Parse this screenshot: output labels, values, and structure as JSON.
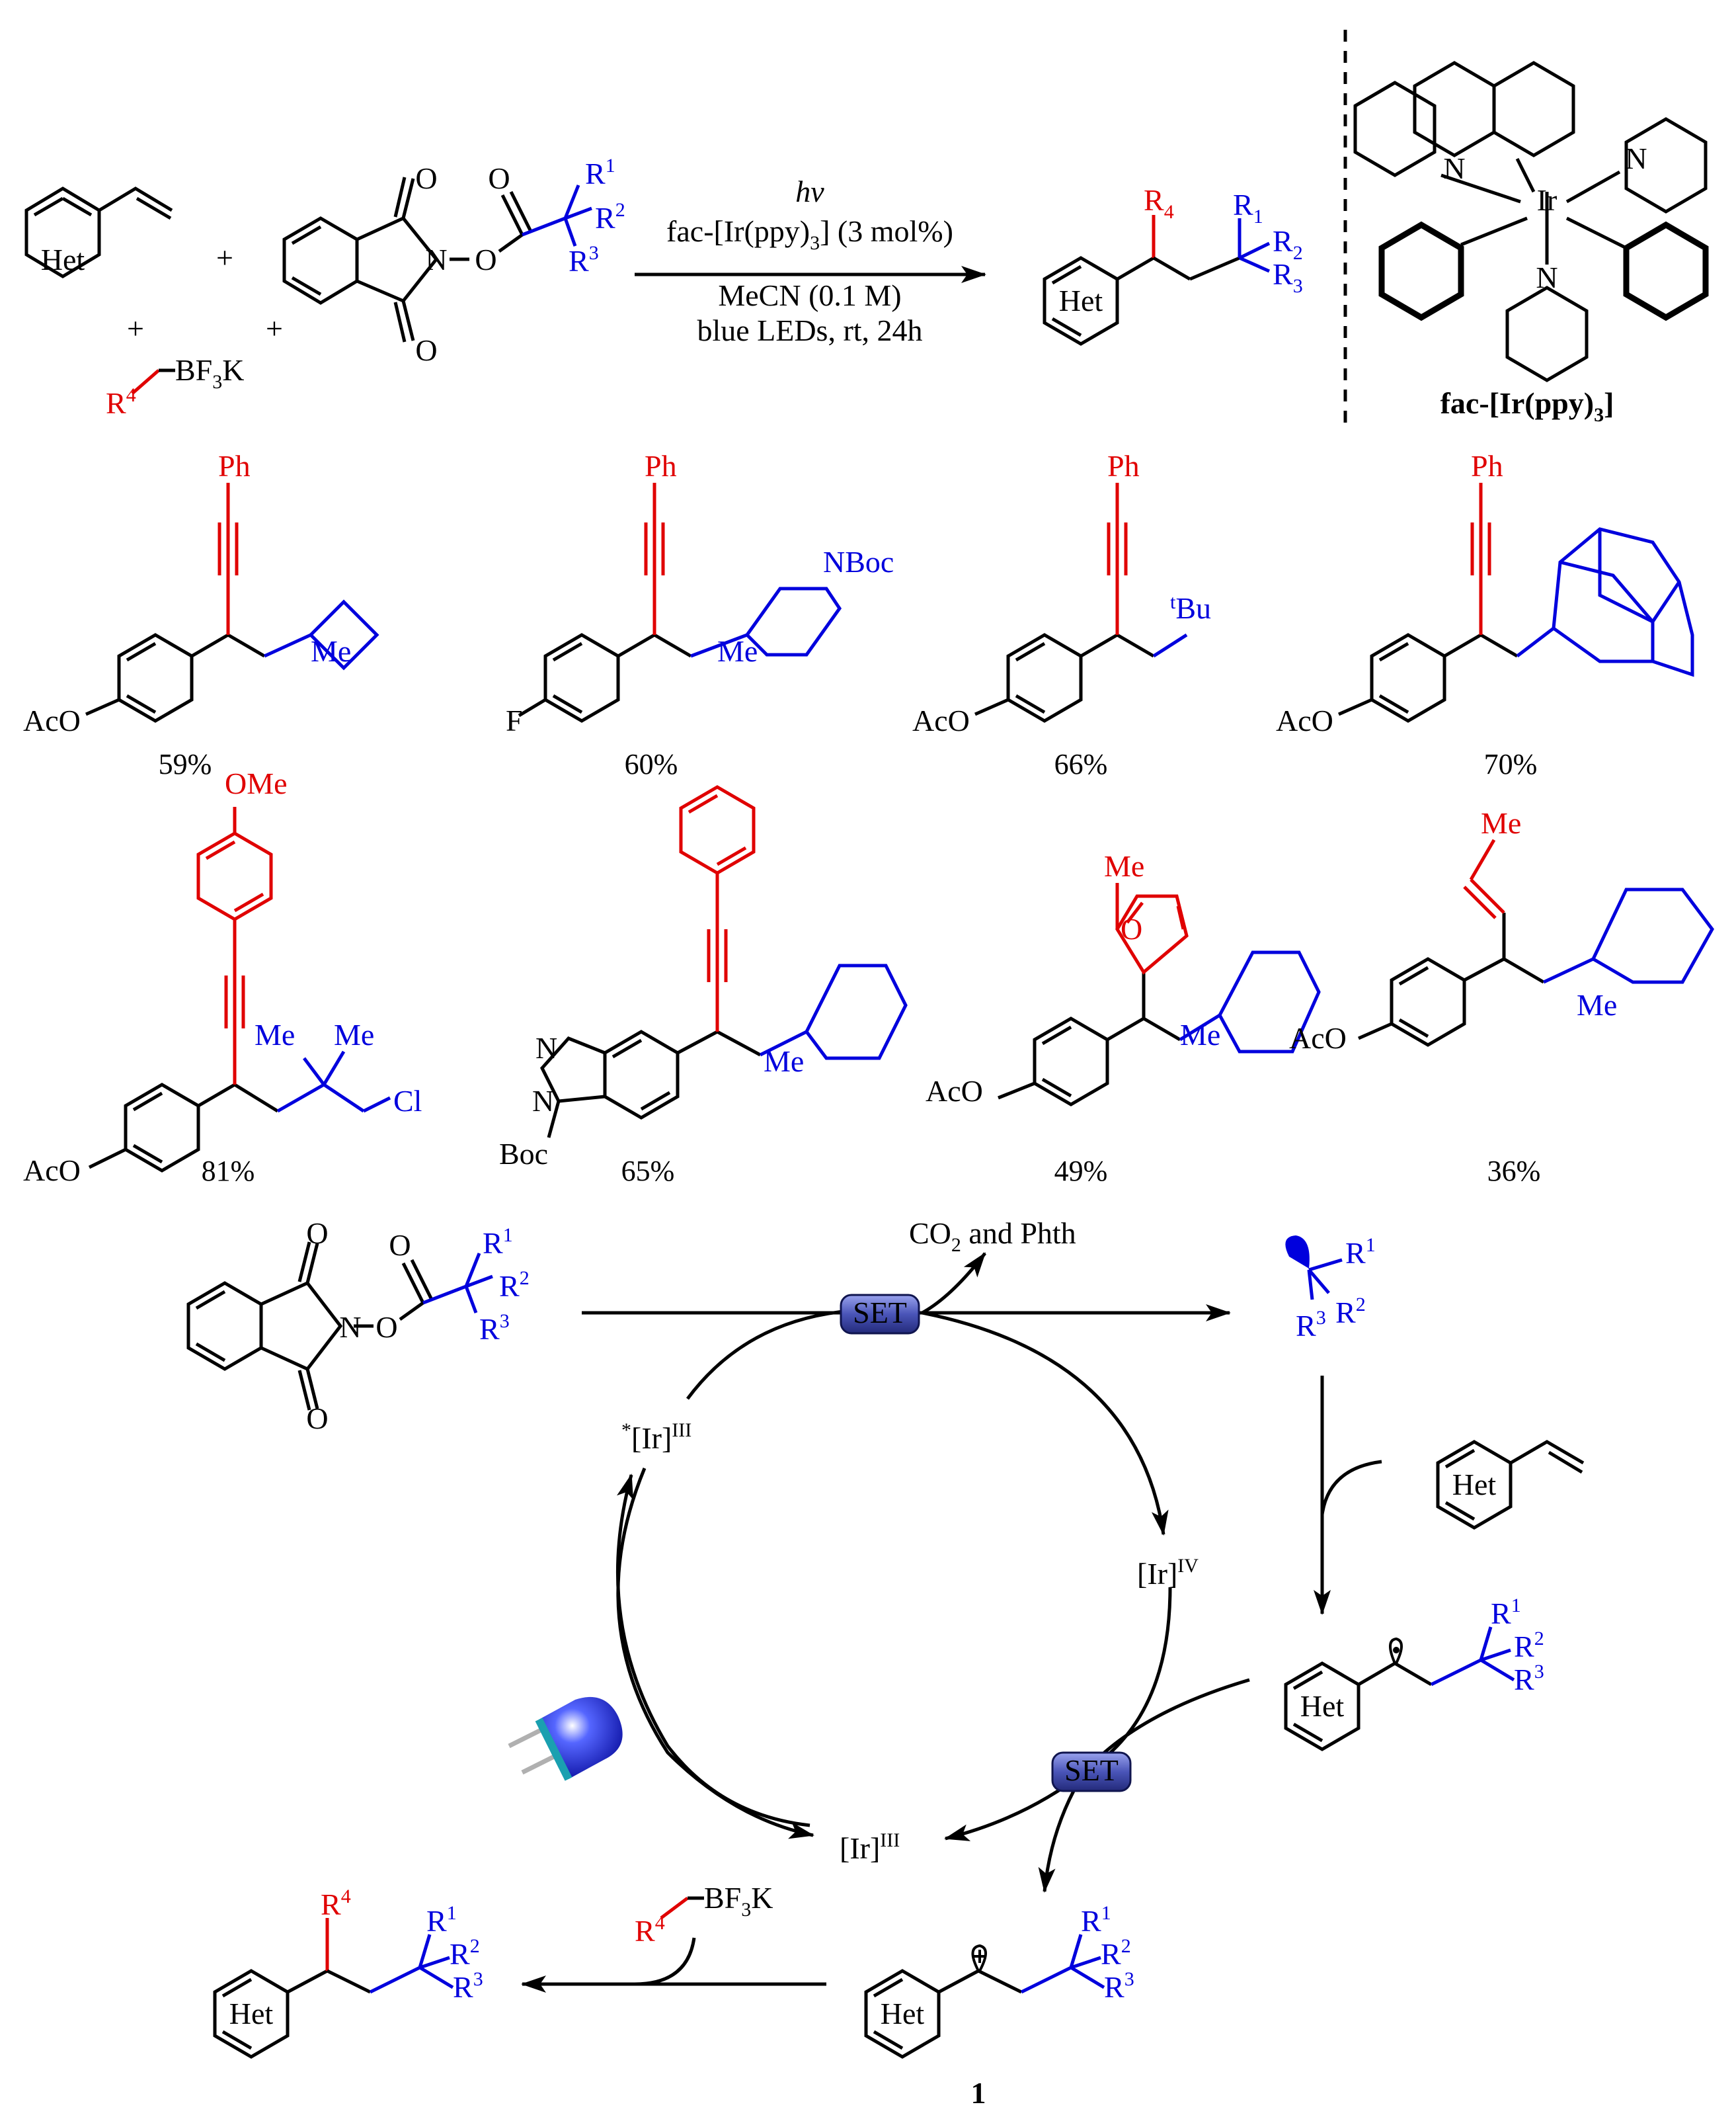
{
  "colors": {
    "black": "#000000",
    "reagent_red": "#e00000",
    "radical_blue": "#0000dd",
    "set_fill": "#4a55b8"
  },
  "reaction": {
    "het": "Het",
    "plus": "+",
    "O": "O",
    "N": "N",
    "R1": "R",
    "R1_sup": "1",
    "R2": "R",
    "R2_sup": "2",
    "R3": "R",
    "R3_sup": "3",
    "R4": "R",
    "R4_sup": "4",
    "bf3k_pre": "BF",
    "bf3k_sub": "3",
    "bf3k_post": "K",
    "cond_1": "hv",
    "cond_2_pre": "fac-[Ir(ppy)",
    "cond_2_sub": "3",
    "cond_2_post": "] (3 mol%)",
    "cond_3": "MeCN (0.1 M)",
    "cond_4": "blue LEDs, rt, 24h",
    "prod_R4": "R",
    "prod_R4_sub": "4",
    "prod_R1": "R",
    "prod_R1_sub": "1",
    "prod_R2": "R",
    "prod_R2_sub": "2",
    "prod_R3": "R",
    "prod_R3_sub": "3"
  },
  "catalyst": {
    "name_pre": "fac-[Ir(ppy)",
    "name_sub": "3",
    "name_post": "]",
    "Ir": "Ir",
    "N": "N"
  },
  "products": [
    {
      "labels": [
        "Ph",
        "AcO",
        "Me"
      ],
      "yield": "59%"
    },
    {
      "labels": [
        "Ph",
        "F",
        "NBoc",
        "Me"
      ],
      "yield": "60%"
    },
    {
      "labels": [
        "Ph",
        "AcO",
        "t",
        "Bu"
      ],
      "yield": "66%"
    },
    {
      "labels": [
        "Ph",
        "AcO"
      ],
      "yield": "70%"
    },
    {
      "labels": [
        "OMe",
        "AcO",
        "Me",
        "Me",
        "Cl"
      ],
      "yield": "81%"
    },
    {
      "labels": [
        "N",
        "N",
        "Boc",
        "Me"
      ],
      "yield": "65%"
    },
    {
      "labels": [
        "Me",
        "O",
        "AcO",
        "Me"
      ],
      "yield": "49%"
    },
    {
      "labels": [
        "Me",
        "AcO",
        "Me"
      ],
      "yield": "36%"
    }
  ],
  "mechanism": {
    "co2_pre": "CO",
    "co2_sub": "2",
    "co2_post": " and Phth",
    "set_1": "SET",
    "set_2": "SET",
    "ir_excited_star": "*",
    "ir_excited": "[Ir]",
    "ir_excited_sup": "III",
    "ir_iv": "[Ir]",
    "ir_iv_sup": "IV",
    "ir_iii": "[Ir]",
    "ir_iii_sup": "III",
    "het": "Het",
    "r": "R",
    "s1": "1",
    "s2": "2",
    "s3": "3",
    "s4": "4",
    "bf3k_pre": "BF",
    "bf3k_sub": "3",
    "bf3k_post": "K",
    "cation_label": "1",
    "O": "O",
    "N": "N"
  }
}
